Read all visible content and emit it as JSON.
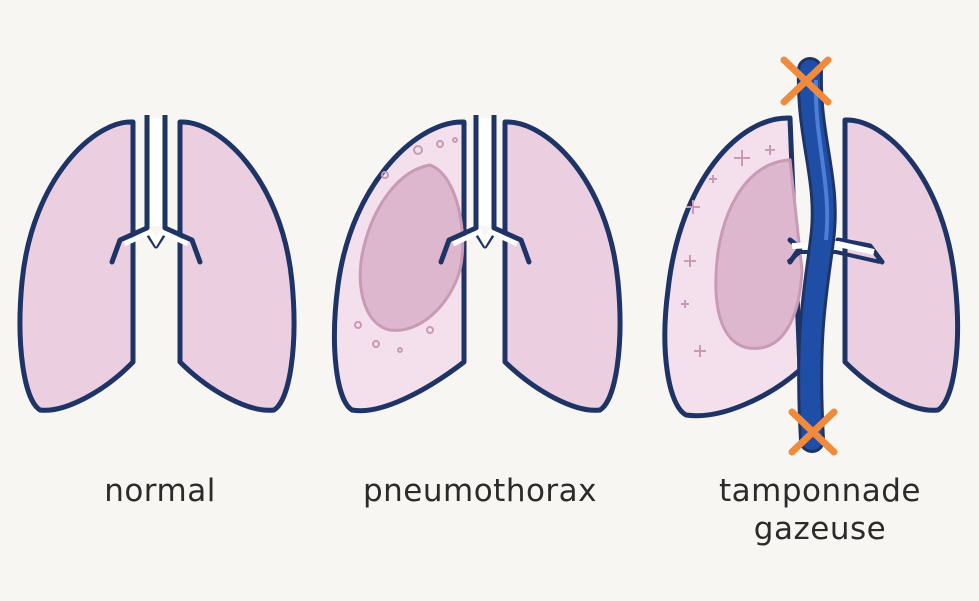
{
  "panels": [
    {
      "id": "normal",
      "label_lines": [
        "normal"
      ]
    },
    {
      "id": "pneumothorax",
      "label_lines": [
        "pneumothorax"
      ]
    },
    {
      "id": "tamponnade",
      "label_lines": [
        "tamponnade",
        "gazeuse"
      ]
    }
  ],
  "colors": {
    "background": "#f8f6f3",
    "lung_fill": "#ebcfe0",
    "lung_pale_fill": "#f3e0ec",
    "collapsed_lung_fill": "#ddb7cd",
    "outline": "#1f3466",
    "vessel": "#1f4ea6",
    "clamp_mark": "#f08a3c",
    "label_text": "#2b2b2b"
  }
}
